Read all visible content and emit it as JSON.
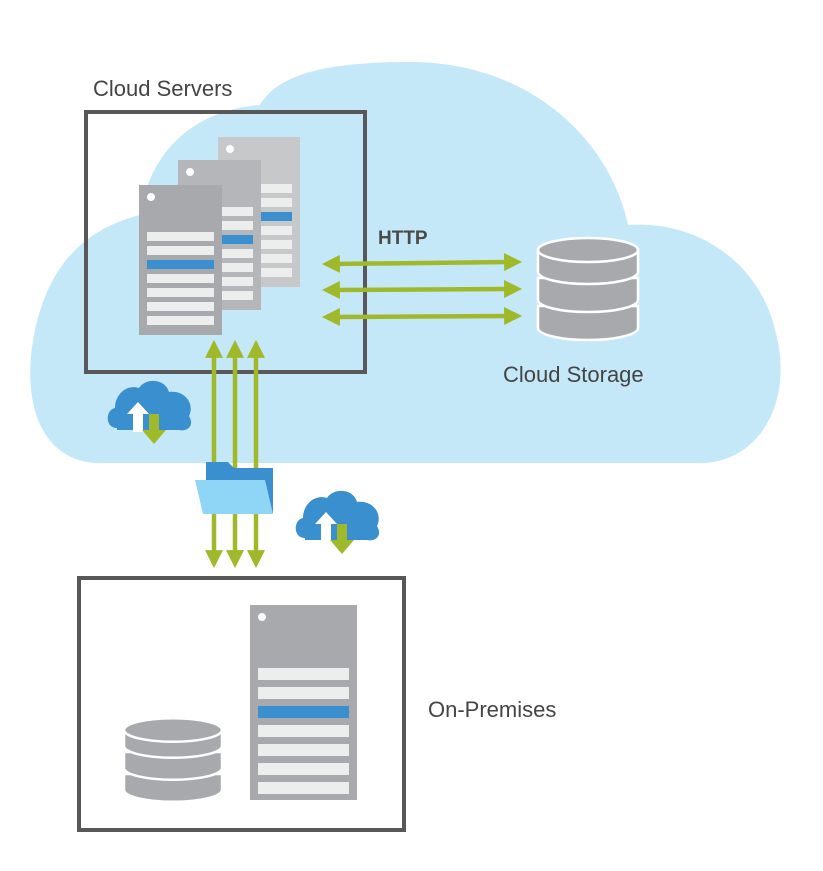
{
  "labels": {
    "cloud_servers": "Cloud Servers",
    "cloud_storage": "Cloud Storage",
    "on_premises": "On-Premises",
    "protocol": "HTTP"
  },
  "colors": {
    "cloud_bg": "#c5e8f8",
    "box_border": "#58585a",
    "server_front": "#a7a9ac",
    "server_mid": "#b4b6b9",
    "server_back": "#c7c8ca",
    "slot": "#eceded",
    "slot_active": "#3a8fce",
    "arrow": "#a0b92a",
    "cloud_icon": "#3a8fce",
    "folder_back": "#3a8fce",
    "folder_front": "#8fd5f5",
    "db": "#a7a9ac"
  }
}
